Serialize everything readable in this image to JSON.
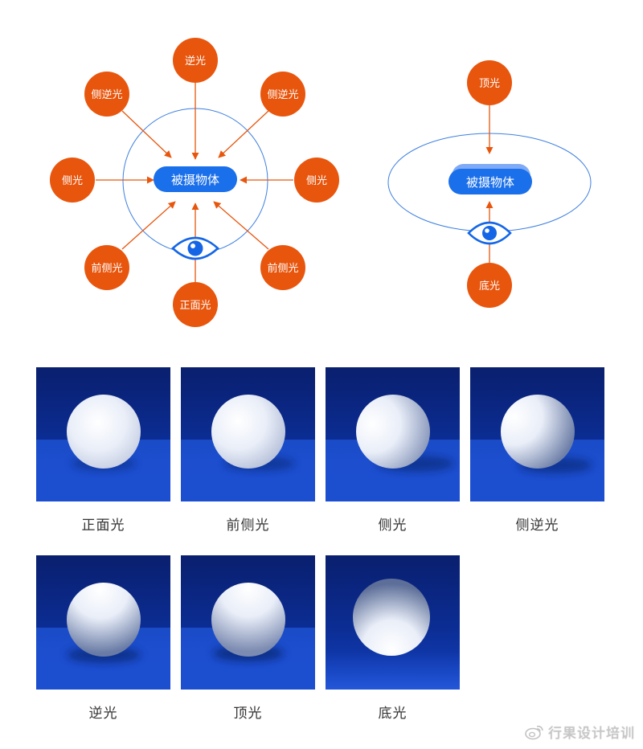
{
  "diagram_left": {
    "subject": "被摄物体",
    "lights": {
      "top": "逆光",
      "upper_left": "侧逆光",
      "upper_right": "侧逆光",
      "left": "侧光",
      "right": "侧光",
      "lower_left": "前侧光",
      "lower_right": "前侧光",
      "bottom": "正面光"
    }
  },
  "diagram_right": {
    "subject": "被摄物体",
    "lights": {
      "top": "顶光",
      "bottom": "底光"
    }
  },
  "samples": [
    {
      "caption": "正面光",
      "light": "front"
    },
    {
      "caption": "前侧光",
      "light": "front-side"
    },
    {
      "caption": "侧光",
      "light": "side"
    },
    {
      "caption": "侧逆光",
      "light": "side-back"
    },
    {
      "caption": "逆光",
      "light": "back"
    },
    {
      "caption": "顶光",
      "light": "top"
    },
    {
      "caption": "底光",
      "light": "bottom"
    }
  ],
  "watermark": {
    "text": "行果设计培训",
    "icon": "weibo-icon"
  },
  "colors": {
    "light_node": "#E8560E",
    "subject_pill": "#1A6FEA",
    "eye": "#1466E6",
    "orbit": "#3D7FE0",
    "arrow": "#E8560E",
    "tile_background": "#0B2A8A",
    "tile_floor": "#1F55D8",
    "caption": "#333333",
    "watermark": "#C8C8C8"
  }
}
